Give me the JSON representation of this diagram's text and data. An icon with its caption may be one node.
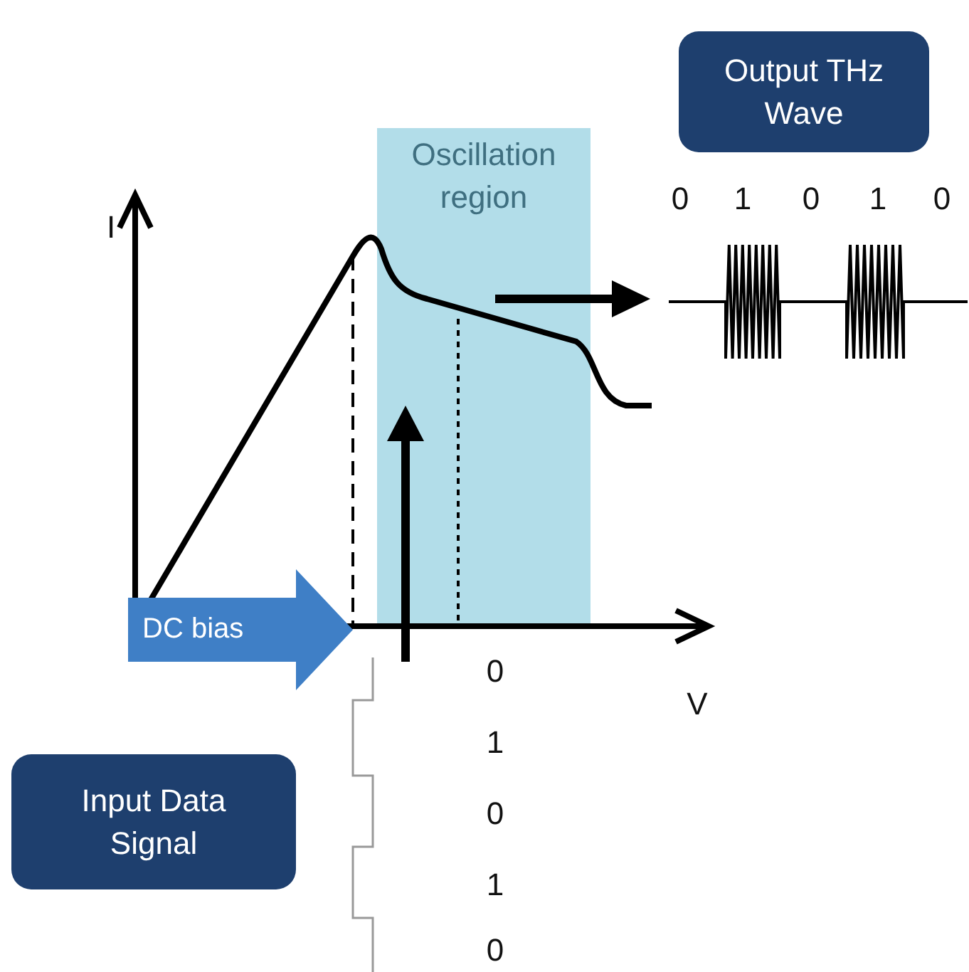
{
  "diagram": {
    "nodes": [
      {
        "text": [
          "Output THz Wave"
        ]
      },
      {
        "text": [
          "Oscillation region"
        ]
      },
      {
        "text": [
          "Input Data Signal"
        ]
      },
      {
        "text": [
          "DC bias"
        ]
      }
    ],
    "labels": [
      "I",
      "V",
      "0",
      "1",
      "0",
      "1",
      "0",
      "0",
      "1",
      "0",
      "1",
      "0"
    ]
  }
}
